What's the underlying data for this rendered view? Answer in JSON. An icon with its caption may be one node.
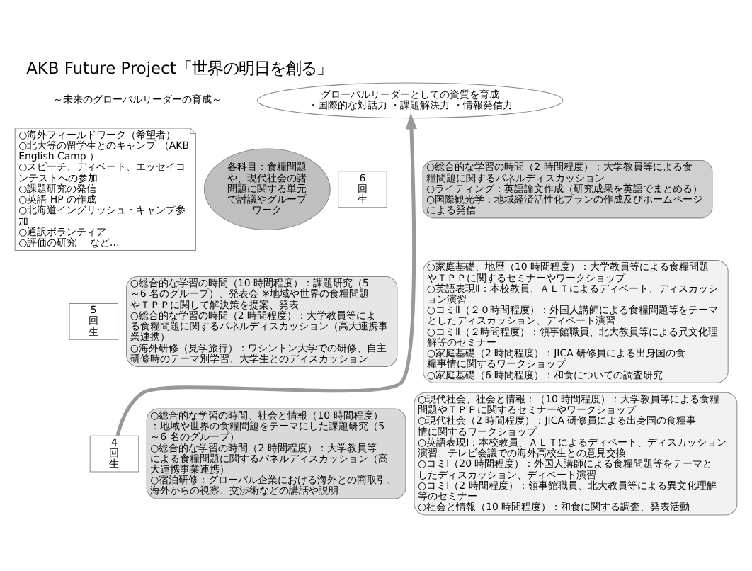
{
  "diagram": {
    "title": "AKB Future Project「世界の明日を創る」",
    "nodes": [
      {
        "text": [
          "グローバルリーダーとしての資質を育成",
          "・国際的な対話力 ・課題解決力 ・情報発信力"
        ]
      },
      {
        "text": [
          "○海外フィールドワーク（希望者） ○北大等の留学生とのキャンプ （AKB English Camp ） ○スピーチ、ディベート、エッセイコンテストへの参加 ○課題研究の発信 ○英語 HP の作成 ○北海道イングリッシュ・キャンプ参加 ○通訳ボランティア ○評価の研究　 など…"
        ]
      },
      {
        "text": [
          "各科目：食糧問題や、現代社会の諸問題に関する単元で討議やグループワーク"
        ]
      },
      {
        "text": [
          "6回生"
        ]
      },
      {
        "text": [
          "○総合的な学習の時間（2 時間程度）：大学教員等による食糧問題に関するパネルディスカッション ○ライティング：英語論文作成（研究成果を英語でまとめる） ○国際観光学：地域経済活性化プランの作成及びホームページによる発信"
        ]
      },
      {
        "text": [
          "5回生"
        ]
      },
      {
        "text": [
          "○総合的な学習の時間（10 時間程度）：課題研究（5～6 名のグループ）、発表会 ※地域や世界の食糧問題やＴＰＰに関して解決策を提案、発表 ○総合的な学習の時間（2 時間程度）：大学教員等による食糧問題に関するパネルディスカッション（高大連携事業連携） ○海外研修（見学旅行）：ワシントン大学での研修、自主研修時のテーマ別学習、大学生とのディスカッション"
        ]
      },
      {
        "text": [
          "○家庭基礎、地歴（10 時間程度）：大学教員等による食糧問題やＴＰＰに関するセミナーやワークショップ ○英語表現Ⅱ：本校教員、ＡＬＴによるディベート、ディスカッション演習 ○コミⅡ（２０時間程度）：外国人講師による食糧問題等をテーマとしたディスカッション、ディベート演習 ○コミⅡ（２時間程度）：領事館職員、北大教員等による異文化理解等のセミナー ○家庭基礎（2 時間程度）：JICA 研修員による出身国の食糧事情に関するワークショップ ○家庭基礎（6 時間程度）：和食についての調査研究"
        ]
      },
      {
        "text": [
          "4回生"
        ]
      },
      {
        "text": [
          "○総合的な学習の時間、社会と情報（10 時間程度）：地域や世界の食糧問題をテーマにした課題研究（5～6 名のグループ） ○総合的な学習の時間（2 時間程度）：大学教員等による食糧問題に関するパネルディスカッション（高大連携事業連携） ○宿泊研修：グローバル企業における海外との商取引、海外からの視察、交渉術などの講話や説明"
        ]
      },
      {
        "text": [
          "○現代社会、社会と情報：（10 時間程度）：大学教員等による食糧問題やＴＰＰに関するセミナーやワークショップ ○現代社会（2 時間程度）：JICA 研修員による出身国の食糧事情に関するワークショップ ○英語表現Ⅰ：本校教員、ＡＬＴによるディベート、ディスカッション演習、テレビ会議での海外高校生との意見交換 ○コミⅠ（20 時間程度）：外国人講師による食糧問題等をテーマとしたディスカッション、ディベート演習 ○コミⅠ（2 時間程度）：領事館職員、北大教員等による異文化理解等のセミナー ○社会と情報（10 時間程度）：和食に関する調査、発表活動"
        ]
      }
    ],
    "edges": [
      {
        "from": 8,
        "to": 0,
        "arrow": "to"
      }
    ],
    "labels": [
      "～未来のグローバルリーダーの育成～"
    ]
  }
}
